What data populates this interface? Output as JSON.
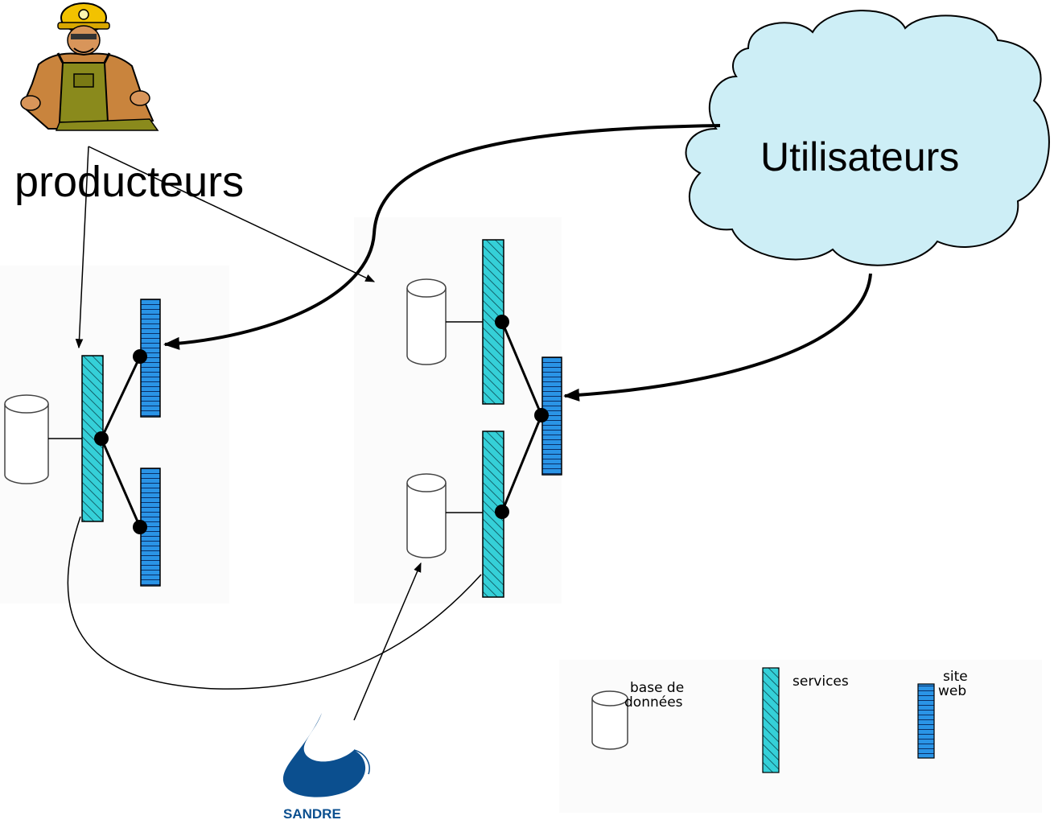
{
  "labels": {
    "producers": "producteurs",
    "users": "Utilisateurs"
  },
  "logo": {
    "text": "SANDRE",
    "color": "#0b4f8f"
  },
  "legend": {
    "database": [
      "base de",
      "données"
    ],
    "services": "services",
    "website": [
      "site",
      "web"
    ]
  },
  "colors": {
    "services": "#35d0d8",
    "website": "#2a94e6",
    "cloud": "#cdeef6",
    "line": "#000000"
  },
  "icons": {
    "producer": "miner-worker-icon",
    "users": "cloud-icon",
    "database": "database-cylinder-icon",
    "sandre": "sandre-logo-icon"
  }
}
